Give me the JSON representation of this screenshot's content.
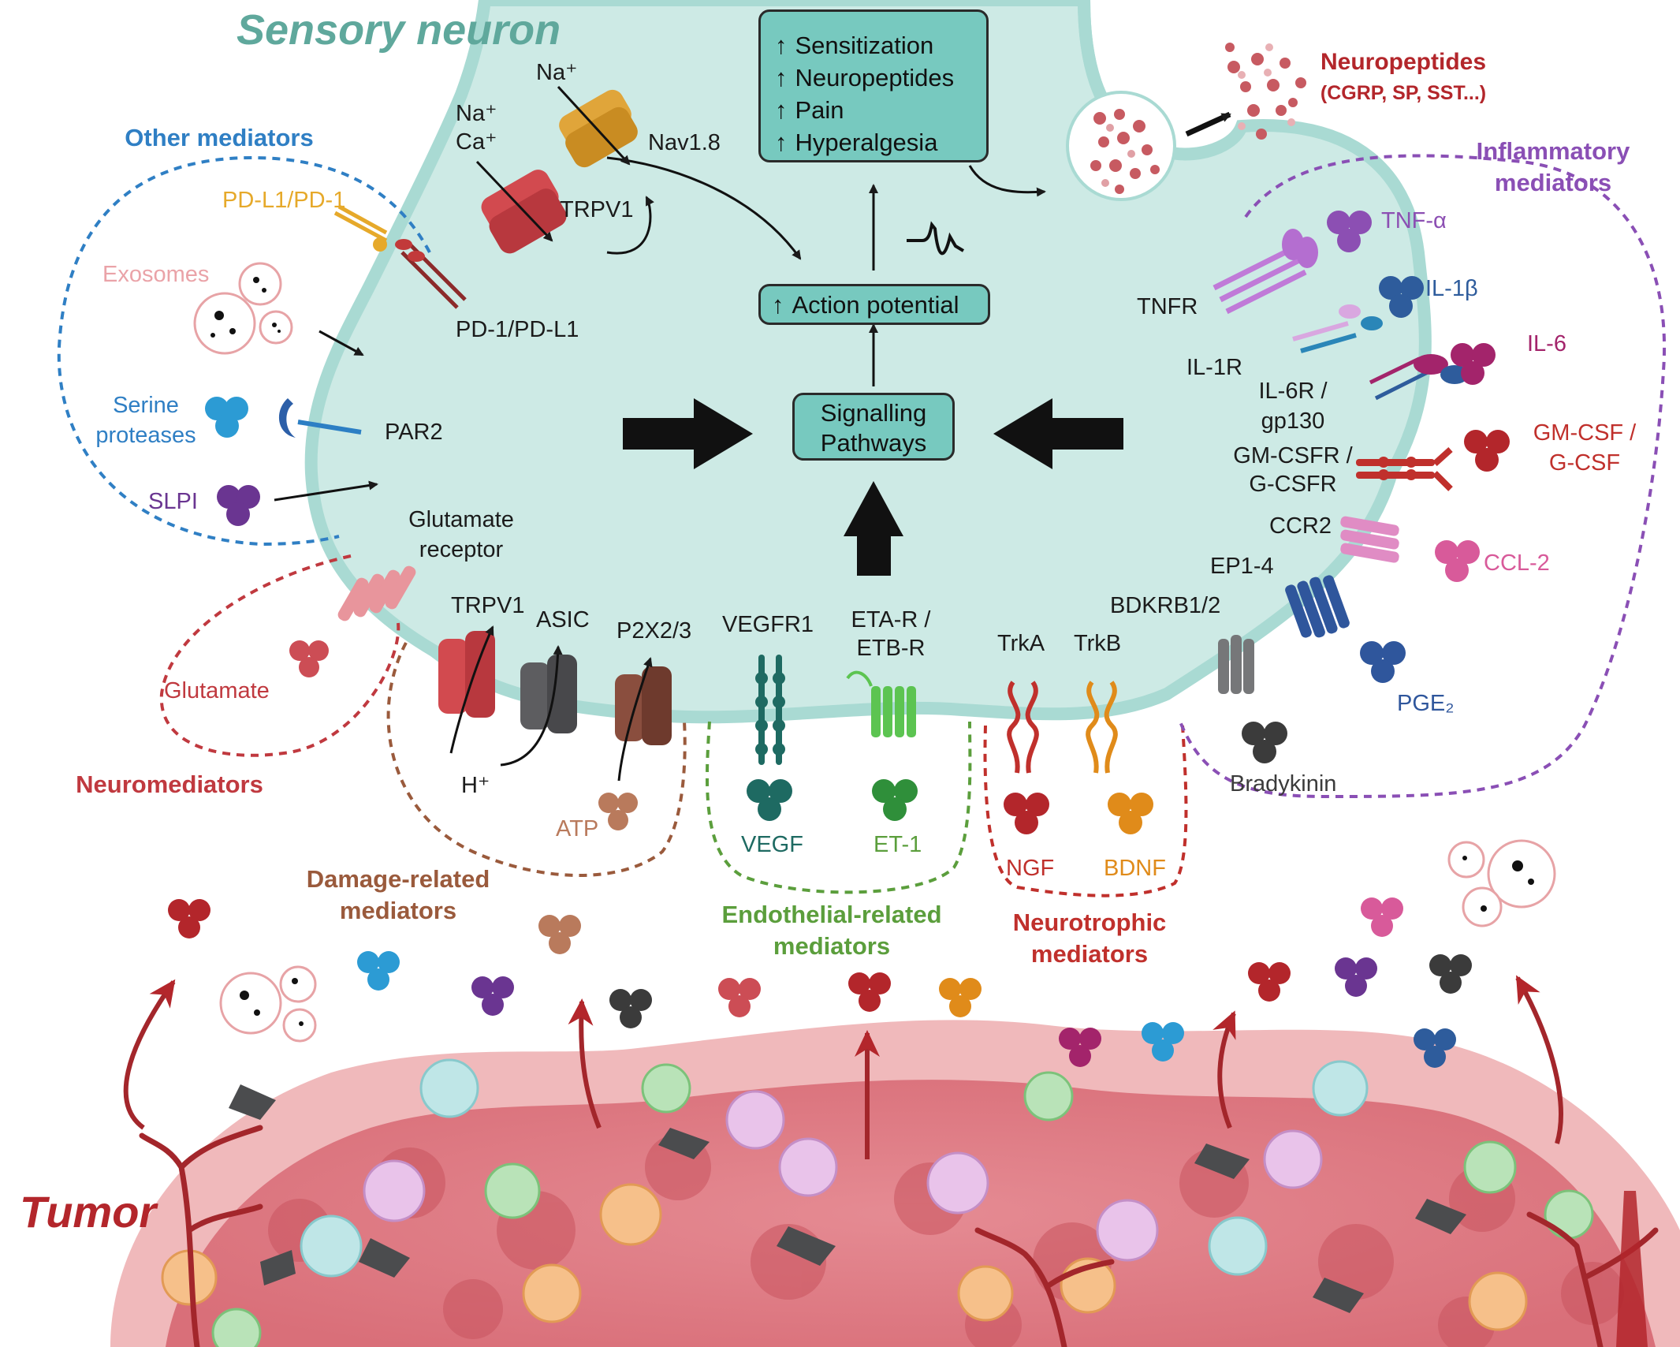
{
  "title": "Sensory neuron",
  "tumor_label": "Tumor",
  "effects_box": {
    "items": [
      "Sensitization",
      "Neuropeptides",
      "Pain",
      "Hyperalgesia"
    ],
    "arrow_glyph": "↑"
  },
  "action_potential": "Action potential",
  "signalling": [
    "Signalling",
    "Pathways"
  ],
  "neuropeptides": {
    "title": "Neuropeptides",
    "examples": "(CGRP, SP, SST...)"
  },
  "channels": {
    "na_top": "Na⁺",
    "na_ca": [
      "Na⁺",
      "Ca⁺"
    ],
    "nav": "Nav1.8",
    "trpv1_top": "TRPV1",
    "pd1": "PD-1/PD-L1",
    "par2": "PAR2",
    "glutamate_receptor": [
      "Glutamate",
      "receptor"
    ],
    "trpv1_bottom": "TRPV1",
    "asic": "ASIC",
    "p2x": "P2X2/3",
    "vegfr1": "VEGFR1",
    "eta": [
      "ETA-R /",
      "ETB-R"
    ],
    "trka": "TrkA",
    "trkb": "TrkB",
    "bdkrb": "BDKRB1/2",
    "ep": "EP1-4",
    "ccr2": "CCR2",
    "gmcsfr": [
      "GM-CSFR /",
      "G-CSFR"
    ],
    "il6r": [
      "IL-6R /",
      "gp130"
    ],
    "il1r": "IL-1R",
    "tnfr": "TNFR",
    "h_plus": "H⁺"
  },
  "groups": {
    "other": {
      "title": "Other mediators",
      "color": "#2f7fc4",
      "items": {
        "pdl1": "PD-L1/PD-1",
        "exosomes": "Exosomes",
        "serine": [
          "Serine",
          "proteases"
        ],
        "slpi": "SLPI"
      }
    },
    "neuro": {
      "title": "Neuromediators",
      "color": "#c0393f",
      "items": {
        "glutamate": "Glutamate"
      }
    },
    "damage": {
      "title": [
        "Damage-related",
        "mediators"
      ],
      "color": "#9a5a3c",
      "items": {
        "atp": "ATP"
      }
    },
    "endothelial": {
      "title": [
        "Endothelial-related",
        "mediators"
      ],
      "color": "#5b9e3c",
      "items": {
        "vegf": "VEGF",
        "et1": "ET-1"
      }
    },
    "neurotrophic": {
      "title": [
        "Neurotrophic",
        "mediators"
      ],
      "color": "#c0302c",
      "items": {
        "ngf": "NGF",
        "bdnf": "BDNF"
      }
    },
    "inflammatory": {
      "title": [
        "Inflammatory",
        "mediators"
      ],
      "color": "#8a4fb5",
      "items": {
        "tnfa": "TNF-α",
        "il1b": "IL-1β",
        "il6": "IL-6",
        "gmcsf": [
          "GM-CSF /",
          "G-CSF"
        ],
        "ccl2": "CCL-2",
        "pge2": "PGE₂",
        "bradykinin": "Bradykinin"
      }
    }
  },
  "colors": {
    "neuron_fill": "#cdeae5",
    "neuron_edge": "#a9dad3",
    "box_fill": "#77c9bf",
    "title_teal": "#5fa89c",
    "tumor_red": "#b3262b",
    "tnf": "#8c4fb3",
    "il1b": "#2e5c9c",
    "il6": "#a3246b",
    "gmcsf": "#c0302c",
    "ccl2": "#d85a9a",
    "pge2": "#2f569c",
    "bradykinin": "#3b3b3b",
    "serine": "#2c9bd4",
    "slpi": "#6a3591",
    "vegf": "#1e6a62",
    "et1": "#2f8f3a",
    "ngf": "#b3262b",
    "bdnf": "#e08b1a",
    "atp": "#b97a5c",
    "glutamate": "#cc4d55"
  },
  "icons": [
    "ion-channel",
    "receptor",
    "cytokine-trimer",
    "exosome",
    "vesicle",
    "blood-vessel",
    "immune-cell",
    "fibroblast",
    "action-potential-spike"
  ]
}
